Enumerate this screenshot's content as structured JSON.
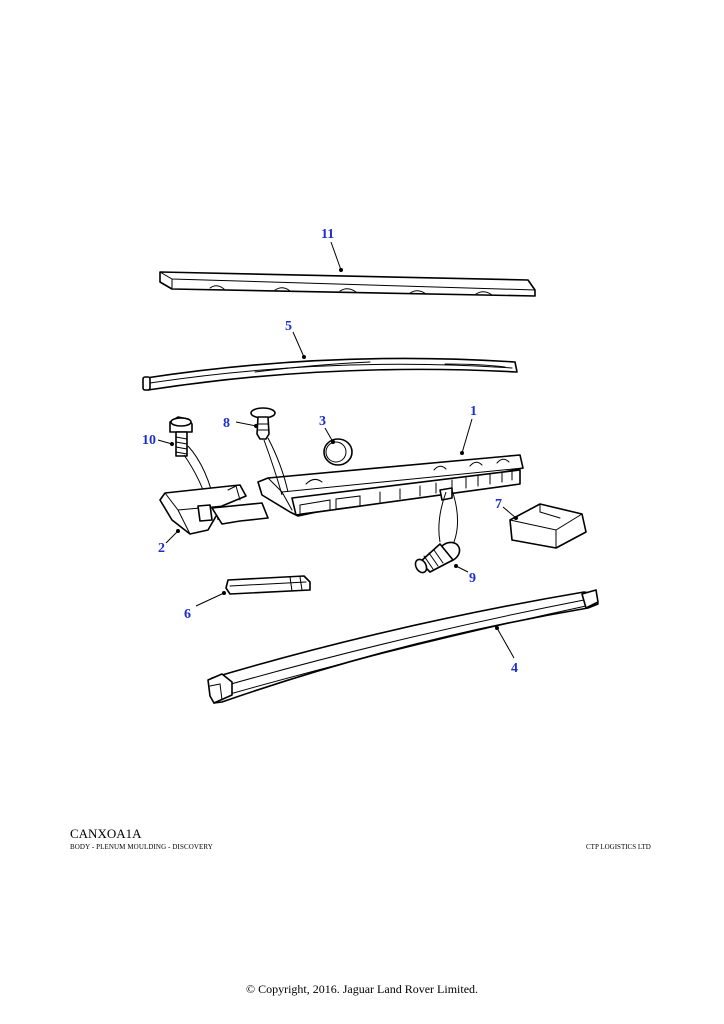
{
  "diagram": {
    "callouts": [
      {
        "id": "11",
        "label": "11"
      },
      {
        "id": "5",
        "label": "5"
      },
      {
        "id": "1",
        "label": "1"
      },
      {
        "id": "3",
        "label": "3"
      },
      {
        "id": "8",
        "label": "8"
      },
      {
        "id": "10",
        "label": "10"
      },
      {
        "id": "2",
        "label": "2"
      },
      {
        "id": "7",
        "label": "7"
      },
      {
        "id": "9",
        "label": "9"
      },
      {
        "id": "6",
        "label": "6"
      },
      {
        "id": "4",
        "label": "4"
      }
    ]
  },
  "footer": {
    "drawing_code": "CANXOA1A",
    "caption": "BODY - PLENUM MOULDING - DISCOVERY",
    "vendor": "CTP LOGISTICS LTD",
    "copyright": "© Copyright, 2016. Jaguar Land Rover Limited."
  }
}
